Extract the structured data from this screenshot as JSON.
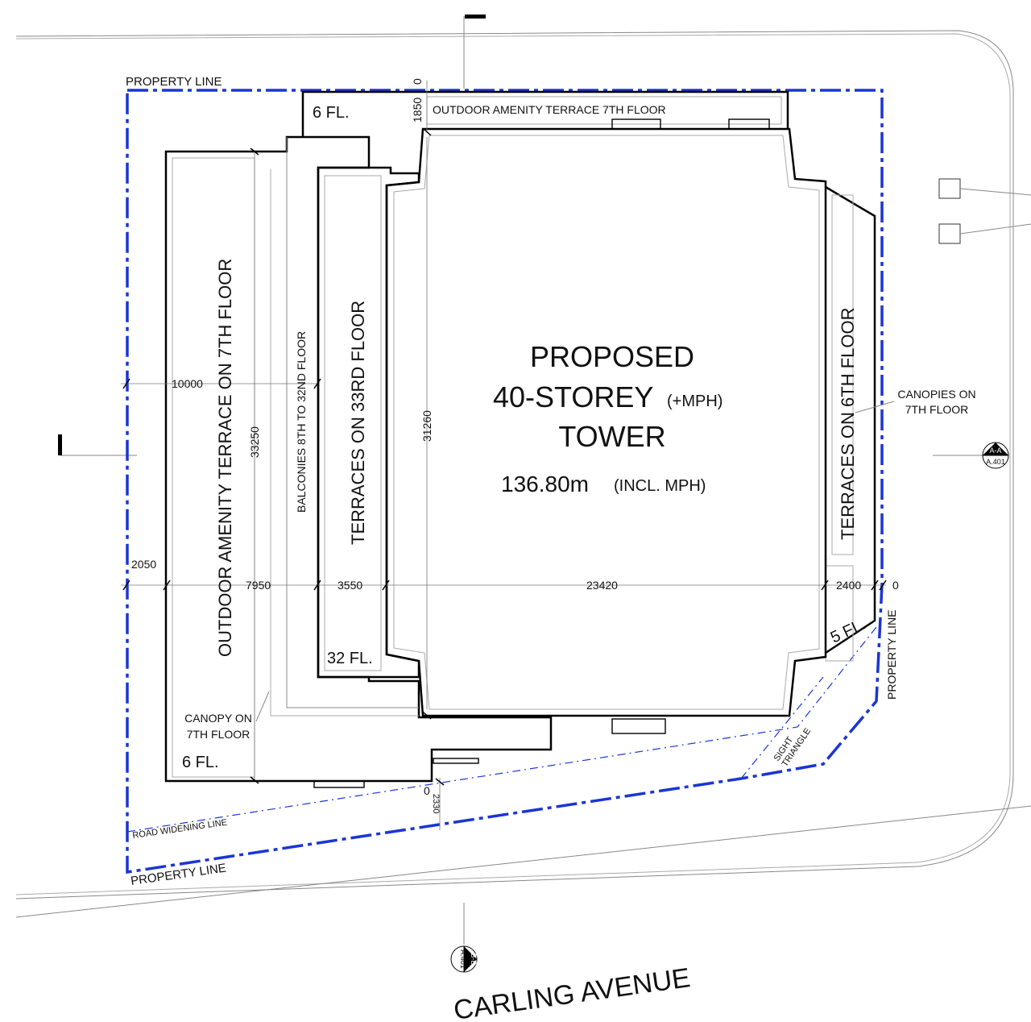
{
  "labels": {
    "property_line_top": "PROPERTY LINE",
    "property_line_bottom": "PROPERTY LINE",
    "property_line_right": "PROPERTY LINE",
    "road_widening": "ROAD WIDENING LINE",
    "sight_triangle_1": "SIGHT",
    "sight_triangle_2": "TRIANGLE",
    "street_name": "CARLING AVENUE",
    "tower_line1": "PROPOSED",
    "tower_line2": "40-STOREY",
    "tower_line2_suffix": "(+MPH)",
    "tower_line3": "TOWER",
    "tower_height": "136.80m",
    "tower_height_suffix": "(INCL. MPH)",
    "terrace_7th_north": "OUTDOOR AMENITY TERRACE 7TH FLOOR",
    "terrace_7th_west": "OUTDOOR AMENITY TERRACE ON 7TH FLOOR",
    "balconies": "BALCONIES 8TH TO 32ND FLOOR",
    "terraces_33": "TERRACES ON 33RD FLOOR",
    "terraces_6": "TERRACES ON 6TH FLOOR",
    "canopies_1": "CANOPIES ON",
    "canopies_2": "7TH FLOOR",
    "canopy_1": "CANOPY ON",
    "canopy_2": "7TH FLOOR",
    "fl_6_top": "6 FL.",
    "fl_6_bottom": "6 FL.",
    "fl_32": "32 FL.",
    "fl_5": "5 FL."
  },
  "dimensions": {
    "d10000": "10000",
    "d33250": "33250",
    "d31260": "31260",
    "d2050": "2050",
    "d7950": "7950",
    "d3550": "3550",
    "d23420": "23420",
    "d2400": "2400",
    "d0_right": "0",
    "d0_top": "0",
    "d1850": "1850",
    "d0_bottom": "0",
    "d2330": "2330"
  },
  "section_markers": {
    "aa_top": "A-A",
    "aa_bottom": "A.401",
    "bb_top": "B-B",
    "bb_bottom": "A.401"
  },
  "colors": {
    "property_line": "#1a35d6",
    "building_outline": "#000000"
  }
}
